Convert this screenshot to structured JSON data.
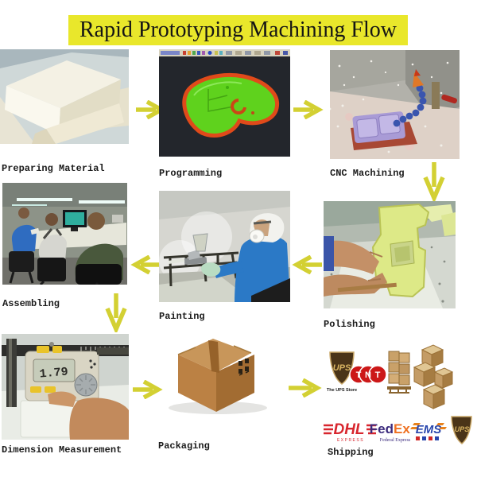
{
  "title": "Rapid Prototyping Machining Flow",
  "steps": {
    "preparing_material": "Preparing Material",
    "programming": "Programming",
    "cnc_machining": "CNC Machining",
    "assembling": "Assembling",
    "painting": "Painting",
    "polishing": "Polishing",
    "dimension_measurement": "Dimension Measurement",
    "packaging": "Packaging",
    "shipping": "Shipping"
  },
  "caliper": {
    "reading": "1.79"
  },
  "logos": {
    "ups": "UPS",
    "ups_store": "The UPS Store",
    "tnt": [
      "T",
      "N",
      "T"
    ],
    "dhl": "DHL",
    "dhl_sub": "EXPRESS",
    "fedex_fed": "Fed",
    "fedex_ex": "Ex",
    "fedex_sub": "Federal Express",
    "ems": "EMS"
  },
  "colors": {
    "banner_yellow": "#e9e72b",
    "arrow_yellow": "#d3d033",
    "title_text": "#151515",
    "label_text": "#1b1b1b",
    "cad_green": "#5fd21d",
    "cad_outline_red": "#e04a1a",
    "dhl_red": "#d8262e",
    "fedex_purple": "#3b2a7d",
    "fedex_orange": "#ef7122",
    "ems_blue": "#2946ac",
    "ups_brown": "#4a3418",
    "ups_gold": "#d9b562",
    "tnt_red": "#cc1818"
  }
}
